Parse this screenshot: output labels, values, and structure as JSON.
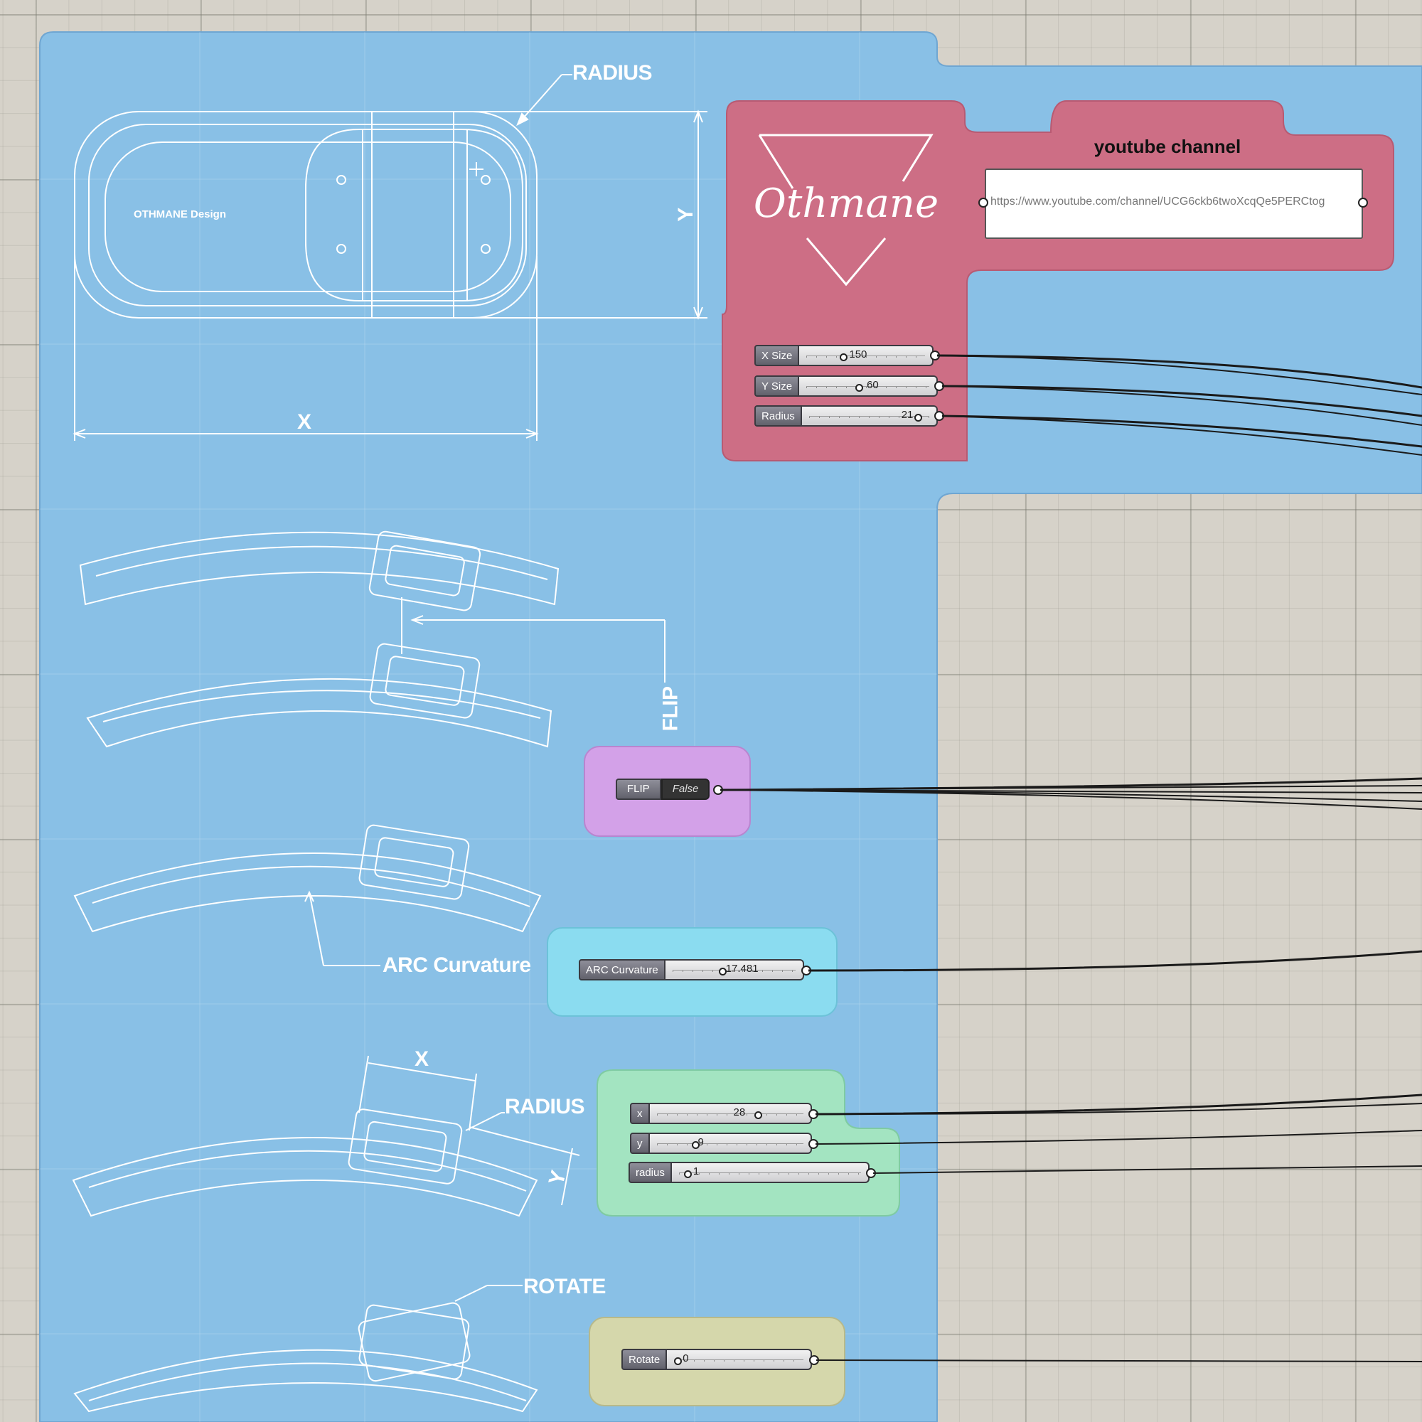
{
  "colors": {
    "canvas_bg": "#d6d2c9",
    "blue_group": "#89c0e6",
    "red_group": "#cd6e85",
    "purple_group": "#d3a1e8",
    "cyan_group": "#8bdcf0",
    "green_group": "#a3e4c1",
    "olive_group": "#d5d7ab"
  },
  "drawing": {
    "top_radius_label": "RADIUS",
    "y_label": "Y",
    "x_label": "X",
    "brand_text": "OTHMANE Design",
    "flip_label": "FLIP",
    "arc_label": "ARC Curvature",
    "bottom_x_label": "X",
    "bottom_radius_label": "RADIUS",
    "bottom_y_label": "Y",
    "rotate_label": "ROTATE"
  },
  "logo": {
    "text": "Othmane"
  },
  "youtube": {
    "title": "youtube channel",
    "url": "https://www.youtube.com/channel/UCG6ckb6twoXcqQe5PERCtog"
  },
  "sliders": {
    "x_size": {
      "name": "X Size",
      "value": "150",
      "fraction": 0.3
    },
    "y_size": {
      "name": "Y Size",
      "value": "60",
      "fraction": 0.42
    },
    "radius": {
      "name": "Radius",
      "value": "21",
      "fraction": 0.93
    },
    "arc": {
      "name": "ARC Curvature",
      "value": "17.481",
      "fraction": 0.4
    },
    "x": {
      "name": "x",
      "value": "28",
      "fraction": 0.7
    },
    "y": {
      "name": "y",
      "value": "9",
      "fraction": 0.25
    },
    "radius_small": {
      "name": "radius",
      "value": "1",
      "fraction": 0.03
    },
    "rotate": {
      "name": "Rotate",
      "value": "0",
      "fraction": 0.0
    }
  },
  "toggle": {
    "name": "FLIP",
    "value": "False"
  }
}
